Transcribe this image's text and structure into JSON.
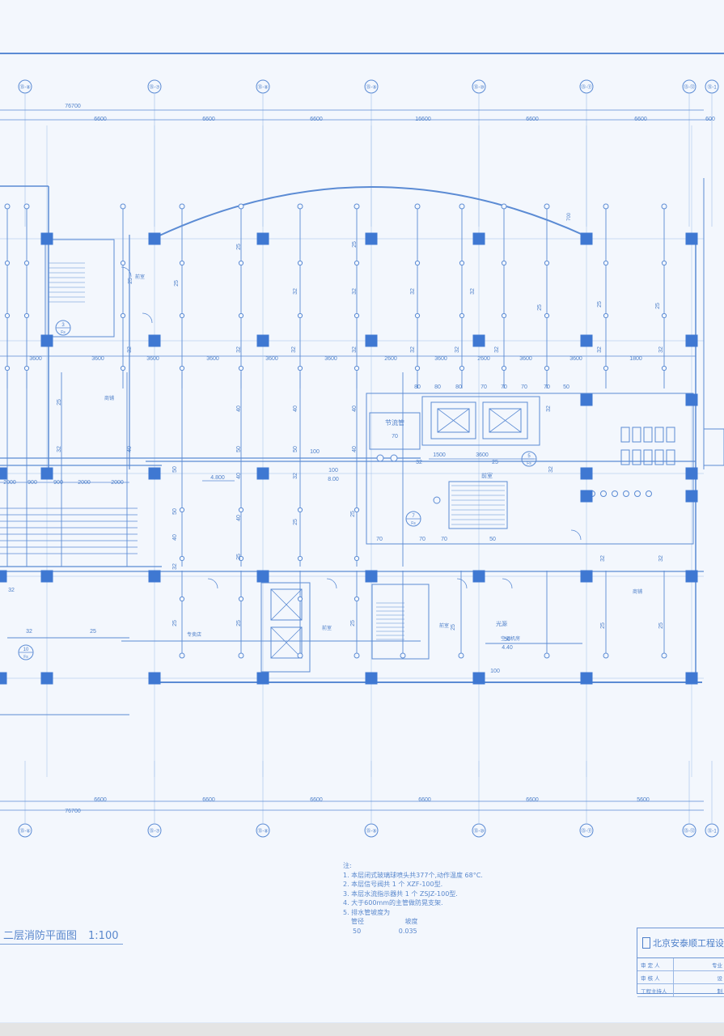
{
  "grid_top_labels": [
    "⑮-⑧",
    "⑮-⑦",
    "⑮-⑧",
    "⑮-⑨",
    "⑮-⑩",
    "⑮-⑪",
    "⑮-⑫",
    "⑮-1"
  ],
  "grid_bottom_labels": [
    "⑮-⑥",
    "⑮-⑦",
    "⑮-⑧",
    "⑮-⑨",
    "⑮-⑩",
    "⑮-⑪",
    "⑮-⑫",
    "⑮-1"
  ],
  "dims": {
    "total_top": "76700",
    "top_row": [
      "6600",
      "6600",
      "6600",
      "16600",
      "6600",
      "6600",
      "600"
    ],
    "mid_row": [
      "3600",
      "3600",
      "3600",
      "3600",
      "3600",
      "3600",
      "2600",
      "3600",
      "2600",
      "3600",
      "3600",
      "1800"
    ],
    "left_row": [
      "2000",
      "900",
      "900",
      "2000",
      "2000"
    ],
    "total_bottom": "76700",
    "bottom_row": [
      "6600",
      "6600",
      "6600",
      "6600",
      "6600",
      "5600"
    ],
    "window_w": "1500",
    "window_w2": "3600",
    "arc_h": "700"
  },
  "pipe_sizes": [
    "25",
    "32",
    "40",
    "50",
    "70",
    "80",
    "100"
  ],
  "labels": {
    "jieliu": "节流管",
    "size70": "70",
    "qianshi": "前室",
    "elev_left": "4.800",
    "elev_100": "100",
    "elev_800": "8.00",
    "guangyuan": "光源",
    "guangyuan_50": "50",
    "guangyuan_440": "4.40",
    "guangyuan_100": "100",
    "shangpu": "商铺",
    "zhuanmai": "专卖店",
    "kongtiao": "空调机房",
    "jingshi": "前室",
    "dianjin": "前室",
    "shangpu2": "商铺",
    "room_left": "前室",
    "fire_tags": [
      "3",
      "5",
      "7",
      "10"
    ],
    "fire_sub": "Fs"
  },
  "notes": {
    "head": "注:",
    "items": [
      "1. 本层闭式玻璃球喷头共377个,动作温度 68°C.",
      "2. 本层信号阀共 1 个 XZF-100型.",
      "3. 本层水流指示器共 1 个 ZSJZ-100型.",
      "4. 大于600mm的主管做防晃支架.",
      "5. 排水管坡度为"
    ],
    "table_head": [
      "管径",
      "坡度"
    ],
    "table_row": [
      "50",
      "0.035"
    ]
  },
  "title": {
    "text": "二层消防平面图",
    "scale": "1:100"
  },
  "title_block": {
    "firm": "北京安泰顺工程设",
    "rows": [
      [
        "审 定 人",
        "专业"
      ],
      [
        "审 核 人",
        "设"
      ],
      [
        "工程主持人",
        "制"
      ]
    ]
  },
  "colors": {
    "line": "#5b8bd4",
    "line_light": "#9fbfe9",
    "column": "#3f78d2",
    "paper": "#f3f7fd"
  }
}
